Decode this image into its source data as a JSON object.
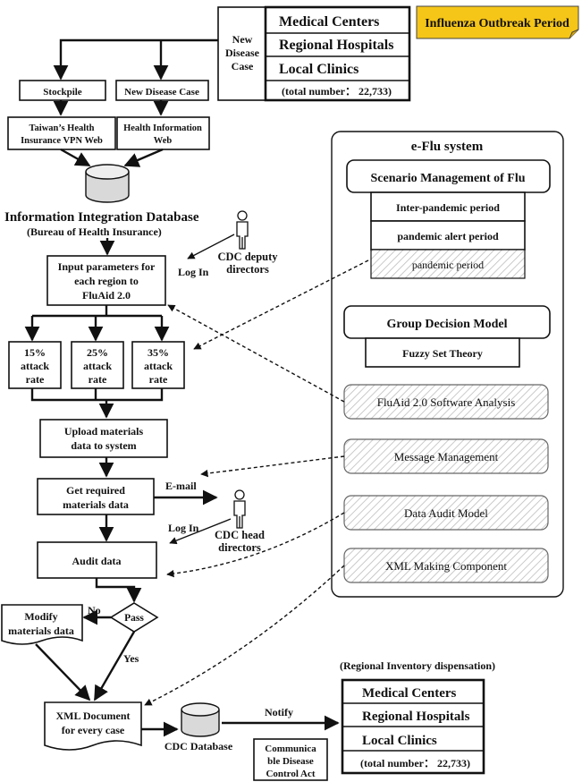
{
  "top_sources": {
    "items": [
      "Medical Centers",
      "Regional Hospitals",
      "Local Clinics"
    ],
    "total": "(total number： 22,733)"
  },
  "new_case_label": [
    "New",
    "Disease",
    "Case"
  ],
  "period_note": "Influenza Outbreak Period",
  "stockpile": "Stockpile",
  "new_disease_case_box": "New Disease Case",
  "taiwan_web": [
    "Taiwan’s Health",
    "Insurance VPN Web"
  ],
  "health_web": [
    "Health Information",
    "Web"
  ],
  "integration_db": {
    "title": "Information Integration Database",
    "subtitle": "(Bureau of Health Insurance)"
  },
  "deputy": [
    "CDC deputy",
    "directors"
  ],
  "login_1": "Log In",
  "input_params": [
    "Input parameters for",
    "each region to",
    "FluAid 2.0"
  ],
  "attack_rates": [
    [
      "15%",
      "attack",
      "rate"
    ],
    [
      "25%",
      "attack",
      "rate"
    ],
    [
      "35%",
      "attack",
      "rate"
    ]
  ],
  "upload": [
    "Upload materials",
    "data to system"
  ],
  "get_required": [
    "Get required",
    "materials data"
  ],
  "email": "E-mail",
  "login_2": "Log In",
  "head": [
    "CDC head",
    "directors"
  ],
  "audit": "Audit data",
  "decision": {
    "label": "Pass",
    "no": "No",
    "yes": "Yes"
  },
  "modify": [
    "Modify",
    "materials data"
  ],
  "xml_doc": [
    "XML Document",
    "for every case"
  ],
  "cdc_db": "CDC Database",
  "notify": "Notify",
  "act": [
    "Communica",
    "ble Disease",
    "Control Act"
  ],
  "regional_title": "(Regional Inventory dispensation)",
  "bottom_sources": {
    "items": [
      "Medical Centers",
      "Regional Hospitals",
      "Local Clinics"
    ],
    "total": "(total number： 22,733)"
  },
  "eflu": {
    "title": "e-Flu system",
    "scenario": "Scenario Management of Flu",
    "periods": [
      "Inter-pandemic period",
      "pandemic alert period",
      "pandemic period"
    ],
    "group": "Group Decision Model",
    "fuzzy": "Fuzzy Set Theory",
    "modules": [
      "FluAid 2.0 Software Analysis",
      "Message Management",
      "Data Audit  Model",
      "XML Making Component"
    ]
  },
  "colors": {
    "note": "#f5c518",
    "note_border": "#444444",
    "hatch": "#bdbdbd"
  }
}
